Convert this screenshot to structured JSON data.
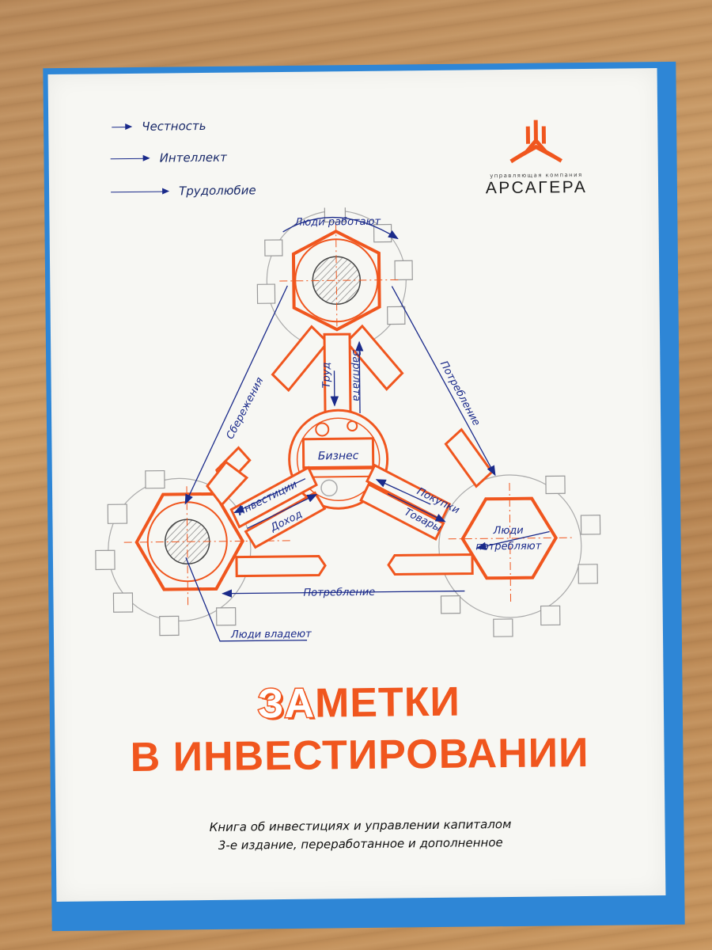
{
  "legend": {
    "honesty": "Честность",
    "intellect": "Интеллект",
    "diligence": "Трудолюбие"
  },
  "logo": {
    "subtitle": "управляющая компания",
    "name": "АРСАГЕРА"
  },
  "diagram": {
    "people_work": "Люди работают",
    "labor": "Труд",
    "salary": "Зарплата",
    "savings": "Сбережения",
    "consumption_right": "Потребление",
    "business": "Бизнес",
    "investments": "Инвестиции",
    "income": "Доход",
    "purchases": "Покупки",
    "goods": "Товары",
    "people_consume_1": "Люди",
    "people_consume_2": "потребляют",
    "consumption_bottom": "Потребление",
    "people_own": "Люди владеют"
  },
  "title": {
    "line1_prefix": "ЗА",
    "line1_rest": "МЕТКИ",
    "line2": "В ИНВЕСТИРОВАНИИ"
  },
  "subtitle": {
    "line1": "Книга об инвестициях и управлении капиталом",
    "line2": "3-е издание, переработанное и дополненное"
  },
  "colors": {
    "accent": "#f0561e",
    "ink": "#1a2a8a",
    "spine": "#2e86d6"
  }
}
